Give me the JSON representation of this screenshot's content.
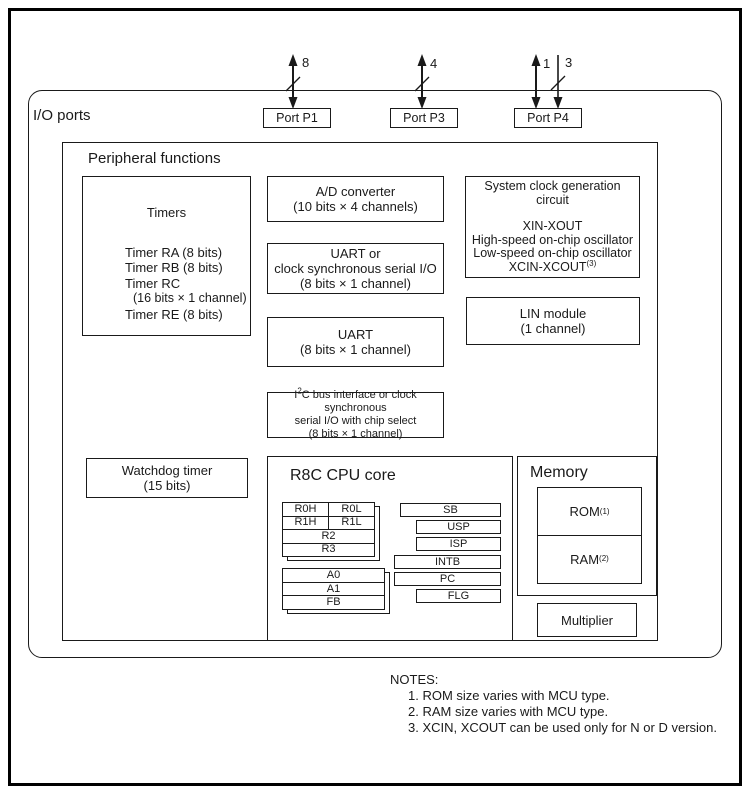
{
  "top": {
    "io_ports_label": "I/O ports",
    "bus_labels": [
      "8",
      "4",
      "1",
      "3"
    ],
    "ports": [
      {
        "label": "Port P1"
      },
      {
        "label": "Port P3"
      },
      {
        "label": "Port P4"
      }
    ]
  },
  "peripheral": {
    "title": "Peripheral functions",
    "timers": {
      "title": "Timers",
      "line1": "Timer RA (8 bits)",
      "line2": "Timer RB (8 bits)",
      "line3": "Timer RC",
      "line4": "(16 bits × 1 channel)",
      "line5": "Timer RE (8 bits)"
    },
    "adc": {
      "line1": "A/D converter",
      "line2": "(10 bits × 4 channels)"
    },
    "uart_sync": {
      "line1": "UART or",
      "line2": "clock synchronous serial I/O",
      "line3": "(8 bits × 1 channel)"
    },
    "uart": {
      "line1": "UART",
      "line2": "(8 bits × 1 channel)"
    },
    "i2c": {
      "l1_pre": "I",
      "l1_sup": "2",
      "l1_rest": "C bus interface or clock synchronous",
      "l2": "serial I/O with chip select",
      "l3": "(8 bits × 1 channel)"
    },
    "sysclk": {
      "line1": "System clock generation",
      "line2": "circuit",
      "line3": "XIN-XOUT",
      "line4": "High-speed on-chip oscillator",
      "line5": "Low-speed on-chip oscillator",
      "line6_base": "XCIN-XCOUT",
      "line6_sup": "(3)"
    },
    "lin": {
      "line1": "LIN module",
      "line2": "(1 channel)"
    },
    "watchdog": {
      "line1": "Watchdog timer",
      "line2": "(15 bits)"
    },
    "cpu": {
      "title": "R8C CPU core",
      "bank1": {
        "r0h": "R0H",
        "r0l": "R0L",
        "r1h": "R1H",
        "r1l": "R1L",
        "r2": "R2",
        "r3": "R3"
      },
      "bank2": {
        "a0": "A0",
        "a1": "A1",
        "fb": "FB"
      },
      "regs": [
        "SB",
        "USP",
        "ISP",
        "INTB",
        "PC",
        "FLG"
      ]
    },
    "memory": {
      "title": "Memory",
      "rom_base": "ROM",
      "rom_sup": "(1)",
      "ram_base": "RAM",
      "ram_sup": "(2)",
      "multiplier": "Multiplier"
    }
  },
  "notes": {
    "title": "NOTES:",
    "items": [
      "1. ROM size varies with MCU type.",
      "2. RAM size varies with MCU type.",
      "3. XCIN, XCOUT can be used only for N or D version."
    ]
  },
  "colors": {
    "line": "#1a1a1a",
    "background": "#ffffff"
  }
}
